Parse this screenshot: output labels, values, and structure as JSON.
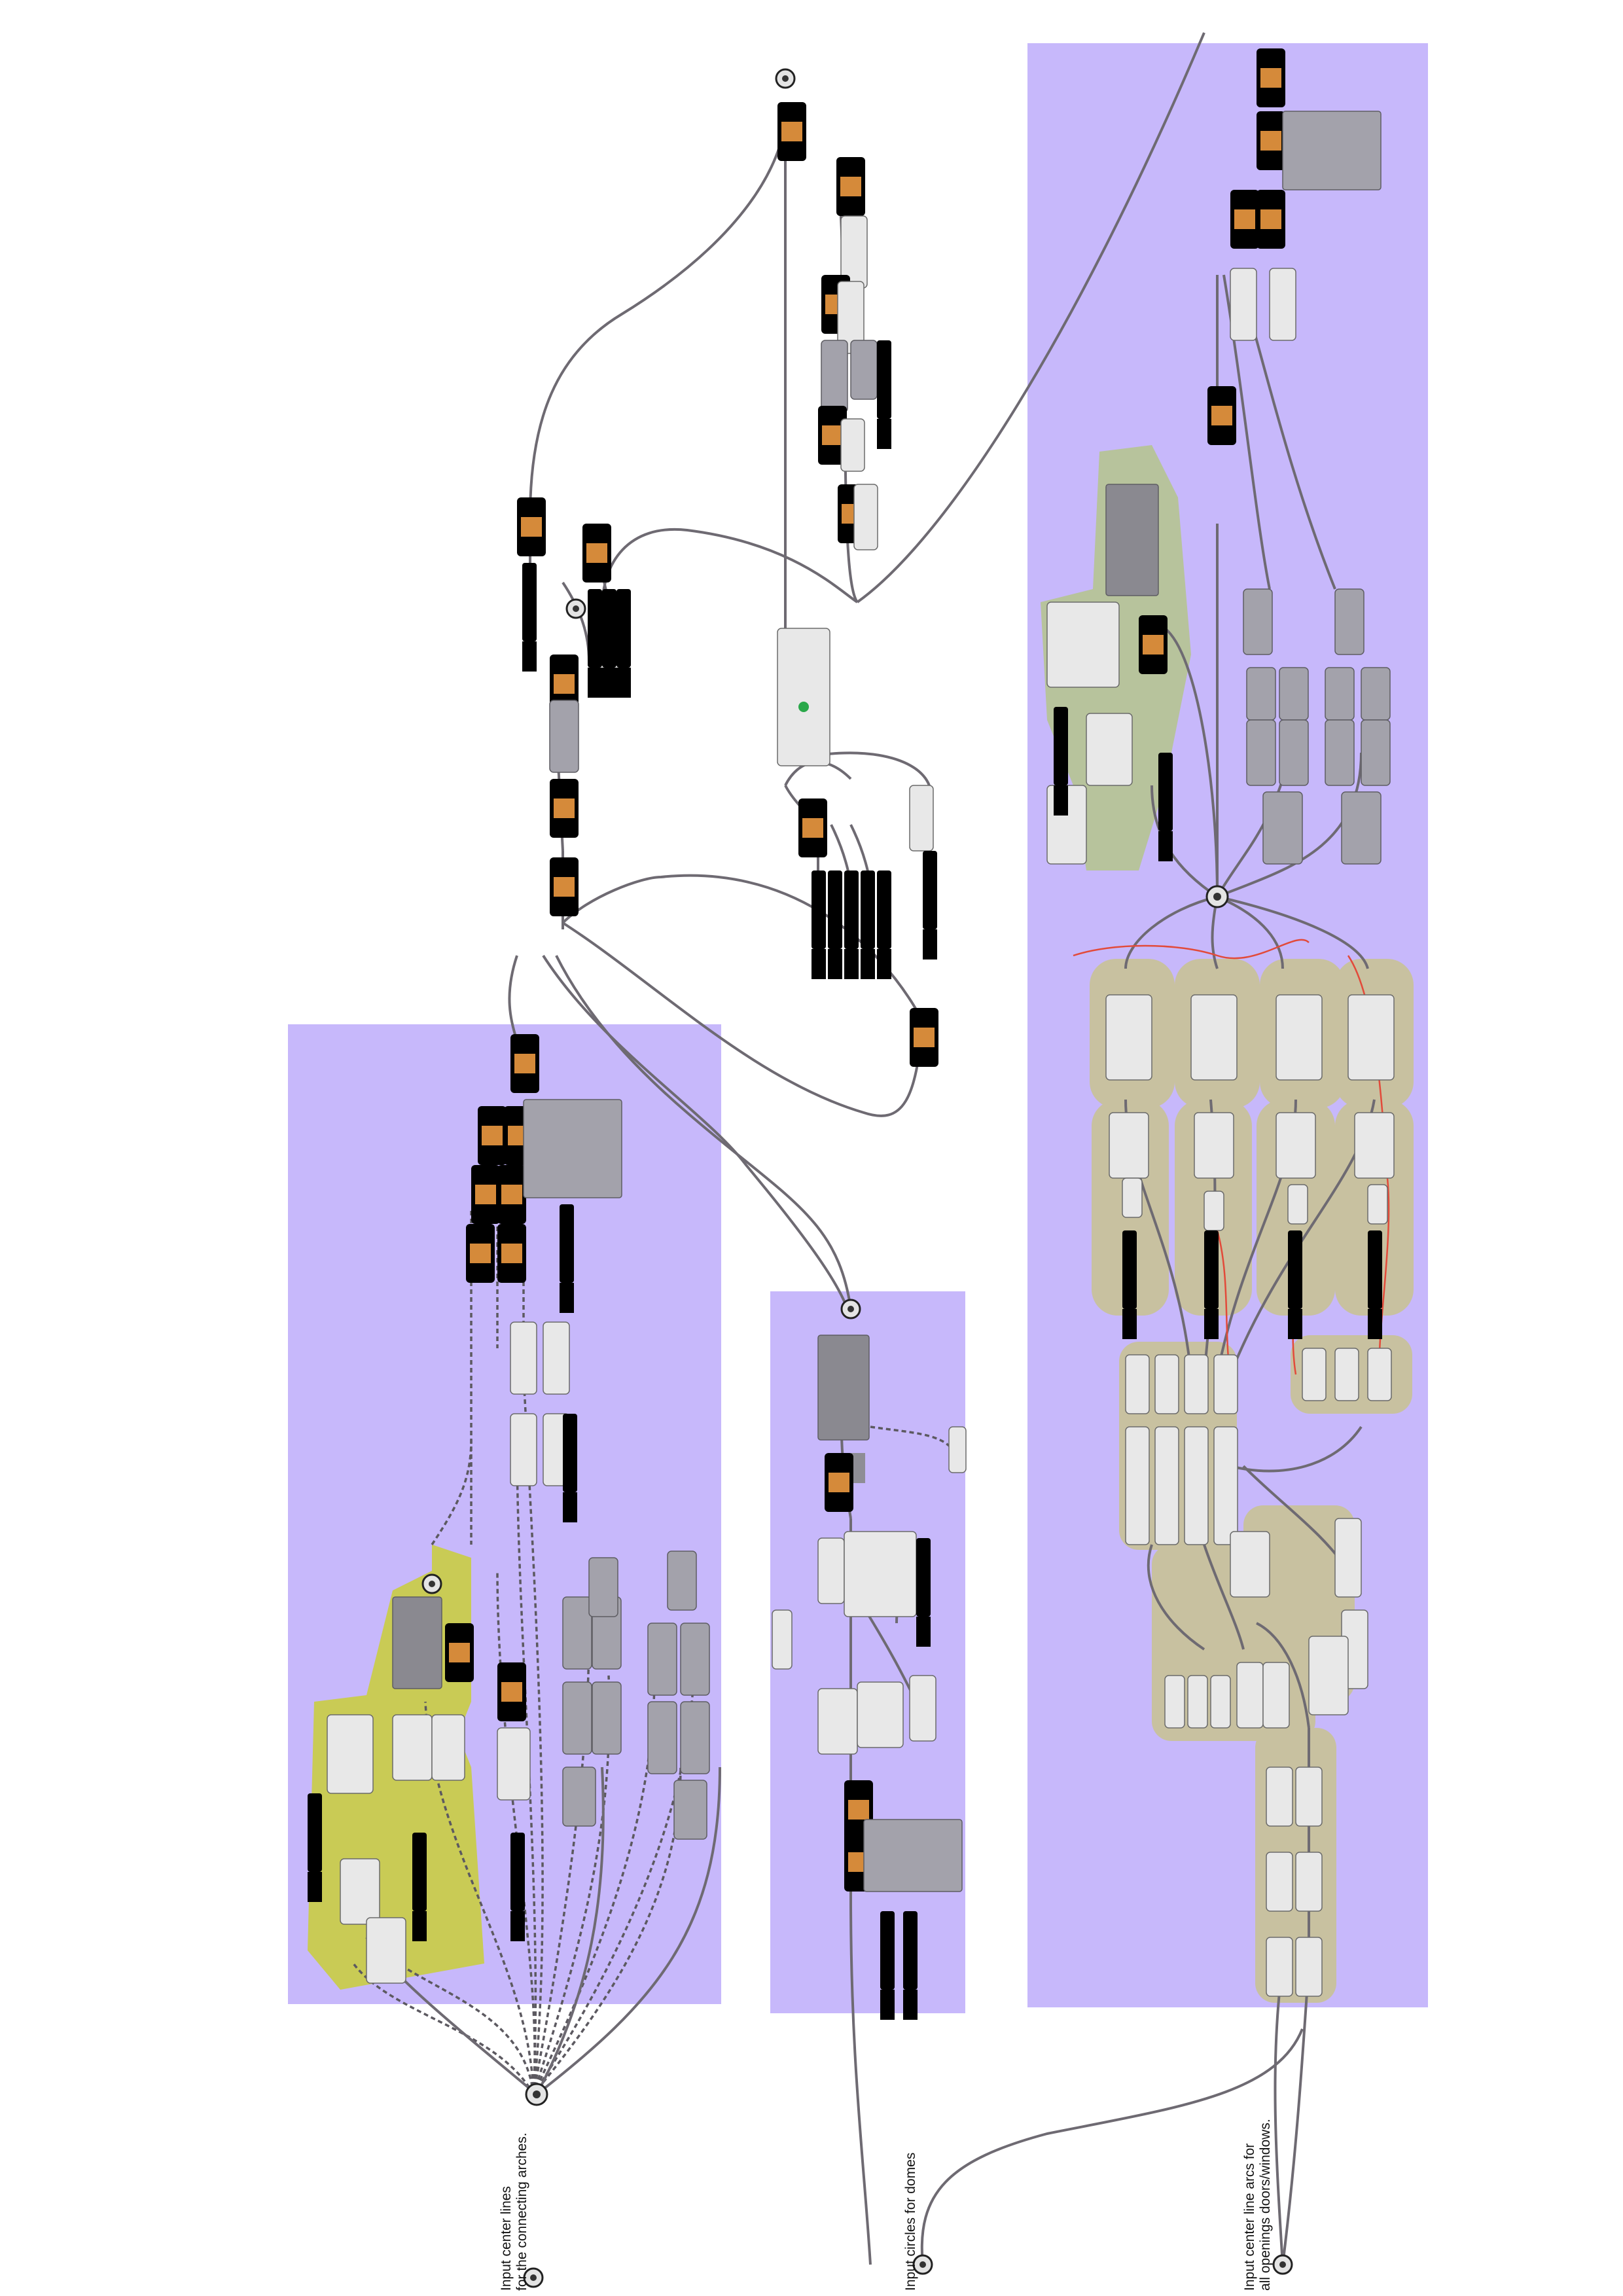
{
  "notes": {
    "arches": "Input center lines\nfor the connecting arches.",
    "domes": "Input circles for domes",
    "openings": "Input center line arcs for\nall openings doors/windows."
  },
  "colors": {
    "group_purple": "#c7b8fb",
    "group_olive": "#c8c1a0",
    "group_yellow": "#c9cb55",
    "group_sage": "#b7c39c",
    "wire_default": "#6e6a72",
    "wire_red": "#e24a3a"
  }
}
